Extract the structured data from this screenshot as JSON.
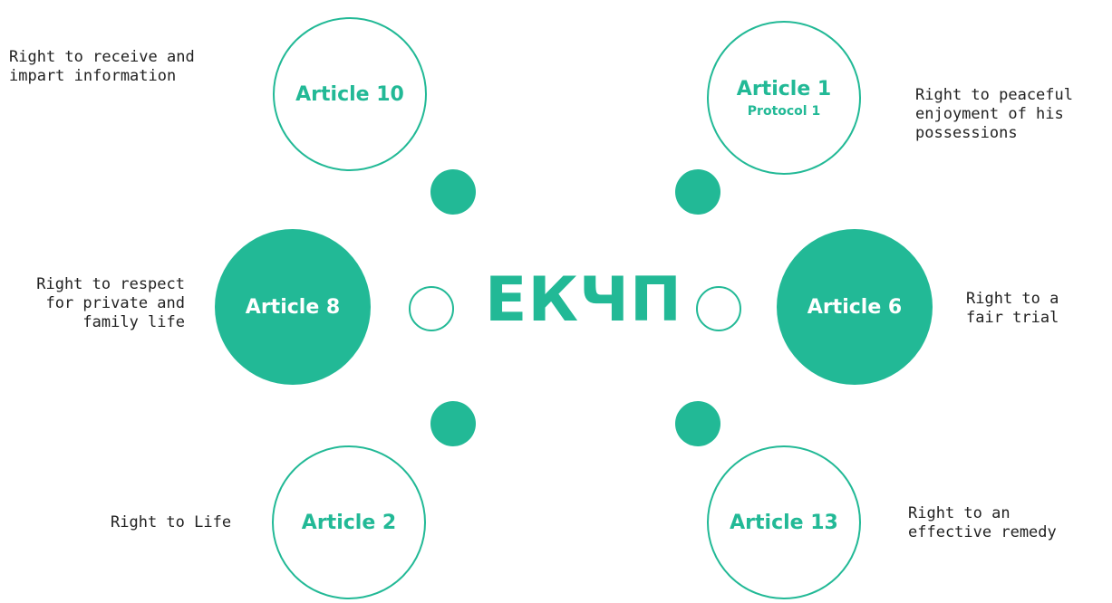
{
  "center": {
    "title": "ЕКЧП"
  },
  "nodes": {
    "article10": {
      "title": "Article 10",
      "desc": [
        "Right to receive and",
        "impart information"
      ]
    },
    "article1": {
      "title": "Article 1",
      "subtitle": "Protocol 1",
      "desc": [
        "Right to peaceful",
        "enjoyment of his",
        "possessions"
      ]
    },
    "article8": {
      "title": "Article 8",
      "desc": [
        "Right to respect",
        "for private and",
        "family life"
      ]
    },
    "article6": {
      "title": "Article 6",
      "desc": [
        "Right to a",
        "fair trial"
      ]
    },
    "article2": {
      "title": "Article 2",
      "desc": [
        "Right to Life"
      ]
    },
    "article13": {
      "title": "Article 13",
      "desc": [
        "Right to an",
        "effective remedy"
      ]
    }
  },
  "colors": {
    "accent": "#22b996",
    "text": "#222222",
    "background": "#ffffff"
  }
}
